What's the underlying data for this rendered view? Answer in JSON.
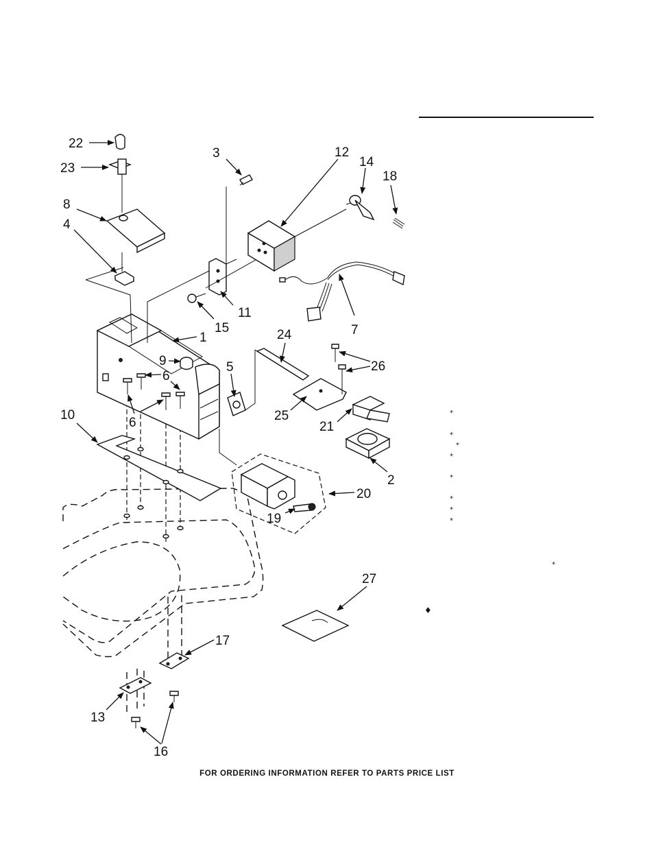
{
  "diagram": {
    "callouts": [
      "22",
      "23",
      "3",
      "12",
      "14",
      "18",
      "8",
      "4",
      "11",
      "15",
      "7",
      "1",
      "24",
      "9",
      "5",
      "6",
      "26",
      "25",
      "21",
      "10",
      "20",
      "2",
      "19",
      "27",
      "17",
      "13",
      "16"
    ],
    "note_markers": [
      "*",
      "*",
      "*",
      "*",
      "*",
      "*",
      "*",
      "*",
      "*"
    ],
    "diamond_marker": "♦"
  },
  "footer": {
    "text": "FOR ORDERING INFORMATION REFER TO PARTS PRICE LIST"
  }
}
